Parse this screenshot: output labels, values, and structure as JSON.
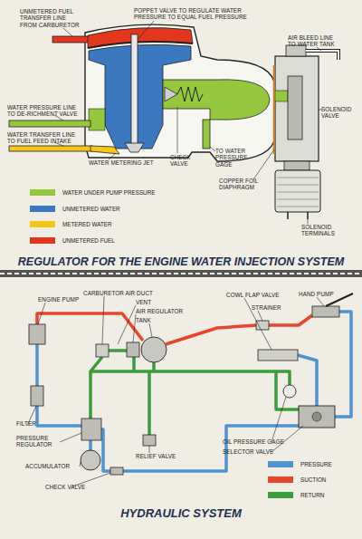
{
  "diagram": {
    "title": "REGULATOR FOR THE ENGINE WATER INJECTION SYSTEM",
    "labels": [
      "UNMETERED FUEL TRANSFER LINE FROM CARBURETOR",
      "POPPET VALVE TO REGULATE WATER PRESSURE TO EQUAL FUEL PRESSURE",
      "AIR BLEED LINE TO WATER TANK",
      "WATER PRESSURE LINE TO DE-RICHMENT VALVE",
      "WATER TRANSFER LINE TO FUEL FEED INTAKE",
      "CHECK VALVE",
      "WATER METERING JET",
      "TO WATER PRESSURE GAGE",
      "SOLENOID VALVE",
      "COPPER FOIL DIAPHRAGM",
      "SOLENOID TERMINALS",
      "HYDRAULIC SYSTEM",
      "CARBURETOR AIR DUCT",
      "VENT",
      "AIR REGULATOR",
      "TANK",
      "ENGINE PUMP",
      "COWL FLAP VALVE",
      "STRAINER",
      "HAND PUMP",
      "FILTER",
      "PRESSURE REGULATOR",
      "ACCUMULATOR",
      "CHECK VALVE",
      "RELIEF VALVE",
      "OIL PRESSURE GAGE",
      "SELECTOR VALVE"
    ],
    "legend": [
      {
        "text": "WATER UNDER PUMP PRESSURE",
        "color": "#95c83f"
      },
      {
        "text": "UNMETERED WATER",
        "color": "#3b78c0"
      },
      {
        "text": "METERED WATER",
        "color": "#f5c518"
      },
      {
        "text": "UNMETERED FUEL",
        "color": "#e2361f"
      },
      {
        "text": "PRESSURE",
        "color": "#4f93cf"
      },
      {
        "text": "SUCTION",
        "color": "#e8452c"
      },
      {
        "text": "RETURN",
        "color": "#3a9d3c"
      }
    ]
  }
}
